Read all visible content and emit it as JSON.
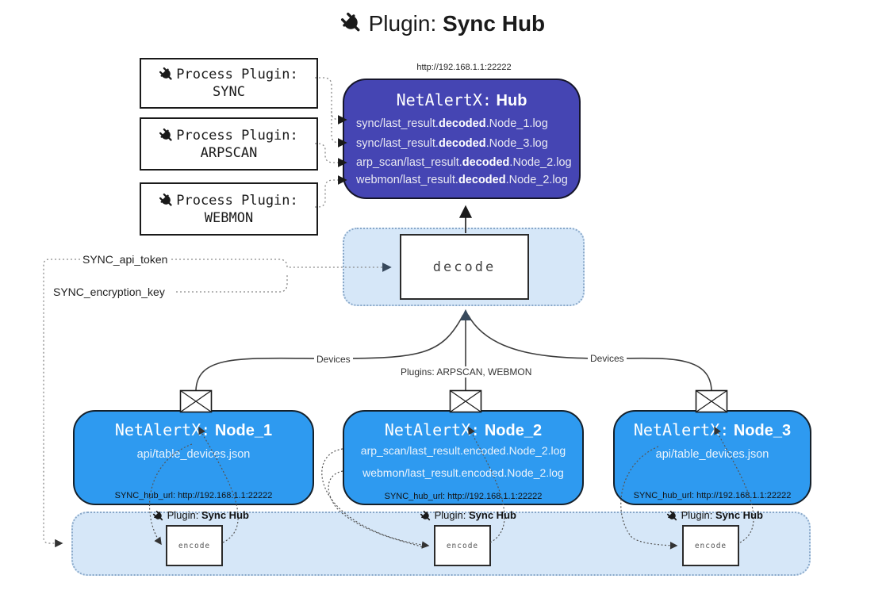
{
  "title": {
    "prefix": "Plugin:",
    "name": "Sync Hub"
  },
  "icons": {
    "plug": "plug-icon",
    "envelope": "envelope-icon"
  },
  "colors": {
    "hub_fill": "#4545b3",
    "node_fill": "#2e9af0",
    "container_fill": "#d6e7f8",
    "container_border": "#89a8c9",
    "line": "#3d3d3d",
    "dotted": "#888888"
  },
  "process_plugins": [
    {
      "label": "Process Plugin:",
      "name": "SYNC"
    },
    {
      "label": "Process Plugin:",
      "name": "ARPSCAN"
    },
    {
      "label": "Process Plugin:",
      "name": "WEBMON"
    }
  ],
  "hub": {
    "url": "http://192.168.1.1:22222",
    "title_prefix": "NetAlertX:",
    "title_name": "Hub",
    "lines": [
      {
        "pre": "sync/last_result.",
        "bold": "decoded",
        "post": ".Node_1.log"
      },
      {
        "pre": "sync/last_result.",
        "bold": "decoded",
        "post": ".Node_3.log"
      },
      {
        "pre": "arp_scan/last_result.",
        "bold": "decoded",
        "post": ".Node_2.log"
      },
      {
        "pre": "webmon/last_result.",
        "bold": "decoded",
        "post": ".Node_2.log"
      }
    ]
  },
  "decode": {
    "label": "decode"
  },
  "tokens": {
    "api_token": "SYNC_api_token",
    "encryption_key": "SYNC_encryption_key"
  },
  "edges": {
    "left_label": "Devices",
    "middle_label": "Plugins: ARPSCAN, WEBMON",
    "right_label": "Devices"
  },
  "nodes": [
    {
      "title_prefix": "NetAlertX:",
      "title_name": "Node_1",
      "lines": [
        "api/table_devices.json"
      ],
      "hub_url": "SYNC_hub_url: http://192.168.1.1:22222"
    },
    {
      "title_prefix": "NetAlertX:",
      "title_name": "Node_2",
      "lines": [
        "arp_scan/last_result.encoded.Node_2.log",
        "webmon/last_result.encoded.Node_2.log"
      ],
      "hub_url": "SYNC_hub_url: http://192.168.1.1:22222"
    },
    {
      "title_prefix": "NetAlertX:",
      "title_name": "Node_3",
      "lines": [
        "api/table_devices.json"
      ],
      "hub_url": "SYNC_hub_url: http://192.168.1.1:22222"
    }
  ],
  "encode_section": {
    "plugin_label_prefix": "Plugin:",
    "plugin_label_name": "Sync Hub",
    "encode_label": "encode"
  }
}
